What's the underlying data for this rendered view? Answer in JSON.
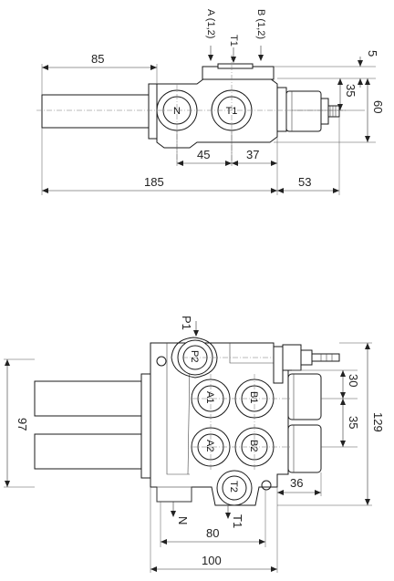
{
  "top_view": {
    "ports": {
      "N": "N",
      "T1": "T1"
    },
    "labels": {
      "a": "A (1,2)",
      "t1": "T1",
      "b": "B (1,2)"
    },
    "dims": {
      "d85": "85",
      "d5": "5",
      "d35": "35",
      "d60": "60",
      "d45": "45",
      "d37": "37",
      "d185": "185",
      "d53": "53"
    }
  },
  "front_view": {
    "ports": {
      "P2": "P2",
      "A1": "A1",
      "B1": "B1",
      "A2": "A2",
      "B2": "B2",
      "T2": "T2"
    },
    "labels": {
      "p1": "P1",
      "n": "N",
      "t1": "T1"
    },
    "dims": {
      "d97": "97",
      "d30": "30",
      "d35": "35",
      "d129": "129",
      "d36": "36",
      "d80": "80",
      "d100": "100"
    }
  }
}
